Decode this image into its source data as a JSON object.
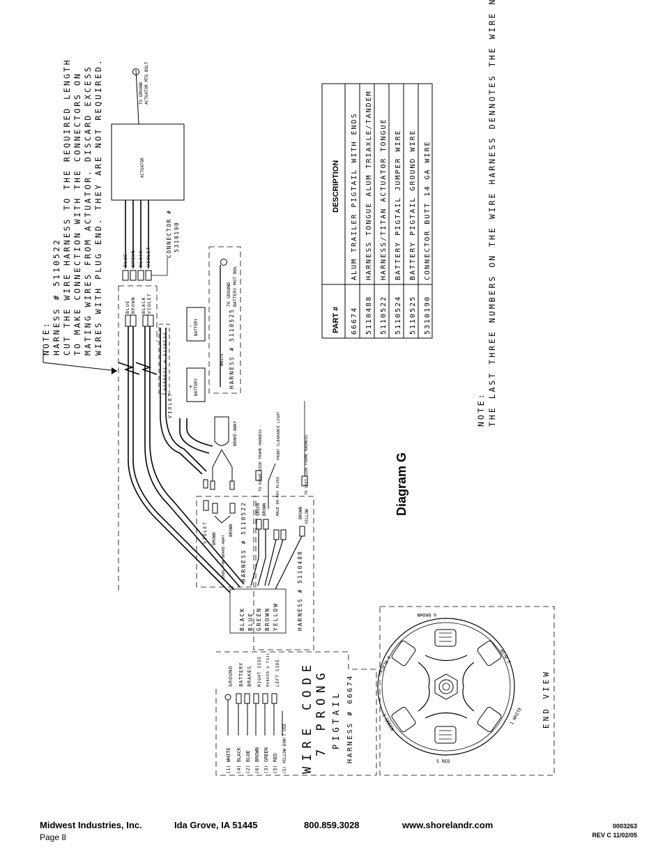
{
  "diagram_title": "Diagram G",
  "note_top": {
    "lines": [
      "NOTE:",
      "HARNESS # 5110522",
      "CUT THE WIRE HARNESS TO THE REQUIRED LENGTH",
      "TO MAKE CONNECTION WITH THE CONNECTORS ON",
      "MATING WIRES FROM ACTUATOR. DISCARD EXCESS",
      "WIRES WITH PLUG END.  THEY ARE NOT REQUIRED."
    ]
  },
  "note_bottom": {
    "lines": [
      "NOTE:",
      "THE LAST THREE NUMBERS ON THE WIRE HARNESS DENNOTES THE WIRE NUMBER"
    ]
  },
  "parts_table": {
    "headers": [
      "PART #",
      "DESCRIPTION"
    ],
    "rows": [
      {
        "part": "66674",
        "desc": "ALUM TRAILER PIGTAIL WITH ENDS"
      },
      {
        "part": "5110488",
        "desc": "HARNESS  TONGUE ALUM TRIAXLE/TANDEM"
      },
      {
        "part": "5110522",
        "desc": "HARNESS/TITAN ACTUATOR TONGUE"
      },
      {
        "part": "5110524",
        "desc": "BATTERY PIGTAIL JUMPER WIRE"
      },
      {
        "part": "5110525",
        "desc": "BATTERY PIGTAIL GROUND WIRE"
      },
      {
        "part": "5310190",
        "desc": "CONNECTOR   BUTT   14 GA WIRE"
      }
    ]
  },
  "labels": {
    "actuator": "ACTUATOR",
    "to_ground_actuator": [
      "TO GROUND",
      "ACTUATOR MTG BOLT"
    ],
    "connector": [
      "CONNECTOR #",
      "5310190"
    ],
    "actuator_wires": [
      "BLUE",
      "BROWN",
      "BLACK",
      "VIOLET"
    ],
    "mid_wires": [
      "BLUE",
      "BROWN",
      "BLACK",
      "VIOLET"
    ],
    "battery": "BATTERY",
    "battery_plus": "+",
    "battery_minus": "-",
    "harness_5110524": "HARNESS # 5110524",
    "harness_5110525": "HARNESS # 5110525",
    "white": "WHITE",
    "to_ground_battery": [
      "TO GROUND",
      "BATTERY MGT BOL"
    ],
    "violet": "VIOLET",
    "brake_away": "BRAKE-AWAY",
    "brown": "BROWN",
    "ends_brake_away": "ENDS FOR BRAKE-AWAY",
    "violet2": "VIOLET",
    "brown2": "BROWN",
    "brown3": "BROWN",
    "harness_5110522": "HARNESS # 5110522",
    "to_right_side": "TO RIGHT SIDE FRAME HARNESS",
    "front_clearance": "FRONT CLEARANCE LIGHT",
    "to_left_side": "TO LEFT SIDE FRAME HARNESS",
    "green_brown": [
      "GREEN",
      "BROWN"
    ],
    "male_plugs": "MALE DO-RAY PLUGS",
    "brown_yellow": [
      "BROWN",
      "YELLOW"
    ],
    "harness_5110488": "HARNESS # 5110488",
    "pigtail_wires": [
      "BLACK",
      "BLUE",
      "GREEN",
      "BROWN",
      "YELLOW"
    ],
    "functions": [
      "GROUND",
      "BATTERY",
      "BRAKES",
      "RIGHT SIDE",
      "MARKER & TAIL",
      "LEFT SIDE"
    ],
    "wire_list": [
      "(1) WHITE",
      "(4) BLACK",
      "(2) BLUE",
      "(6) BROWN",
      "(3) GREEN",
      "(5) RED",
      "(5) YELLOW DON'T USE"
    ],
    "wire_code": [
      "WIRE CODE",
      "7 PRONG",
      "PIGTAIL"
    ],
    "harness_66674": "HARNESS # 66674",
    "end_view": "END VIEW",
    "pin_labels": [
      "6 BROWN",
      "2 BLUE",
      "1 WHITE",
      "5 RED",
      "3 GREEN",
      "4 BLACK"
    ]
  },
  "footer": {
    "company": "Midwest Industries, Inc.",
    "city": "Ida Grove, IA  51445",
    "phone": "800.859.3028",
    "website": "www.shorelandr.com",
    "page": "Page 8",
    "doc_number": "0003263",
    "revision": "REV C  11/02/05"
  }
}
